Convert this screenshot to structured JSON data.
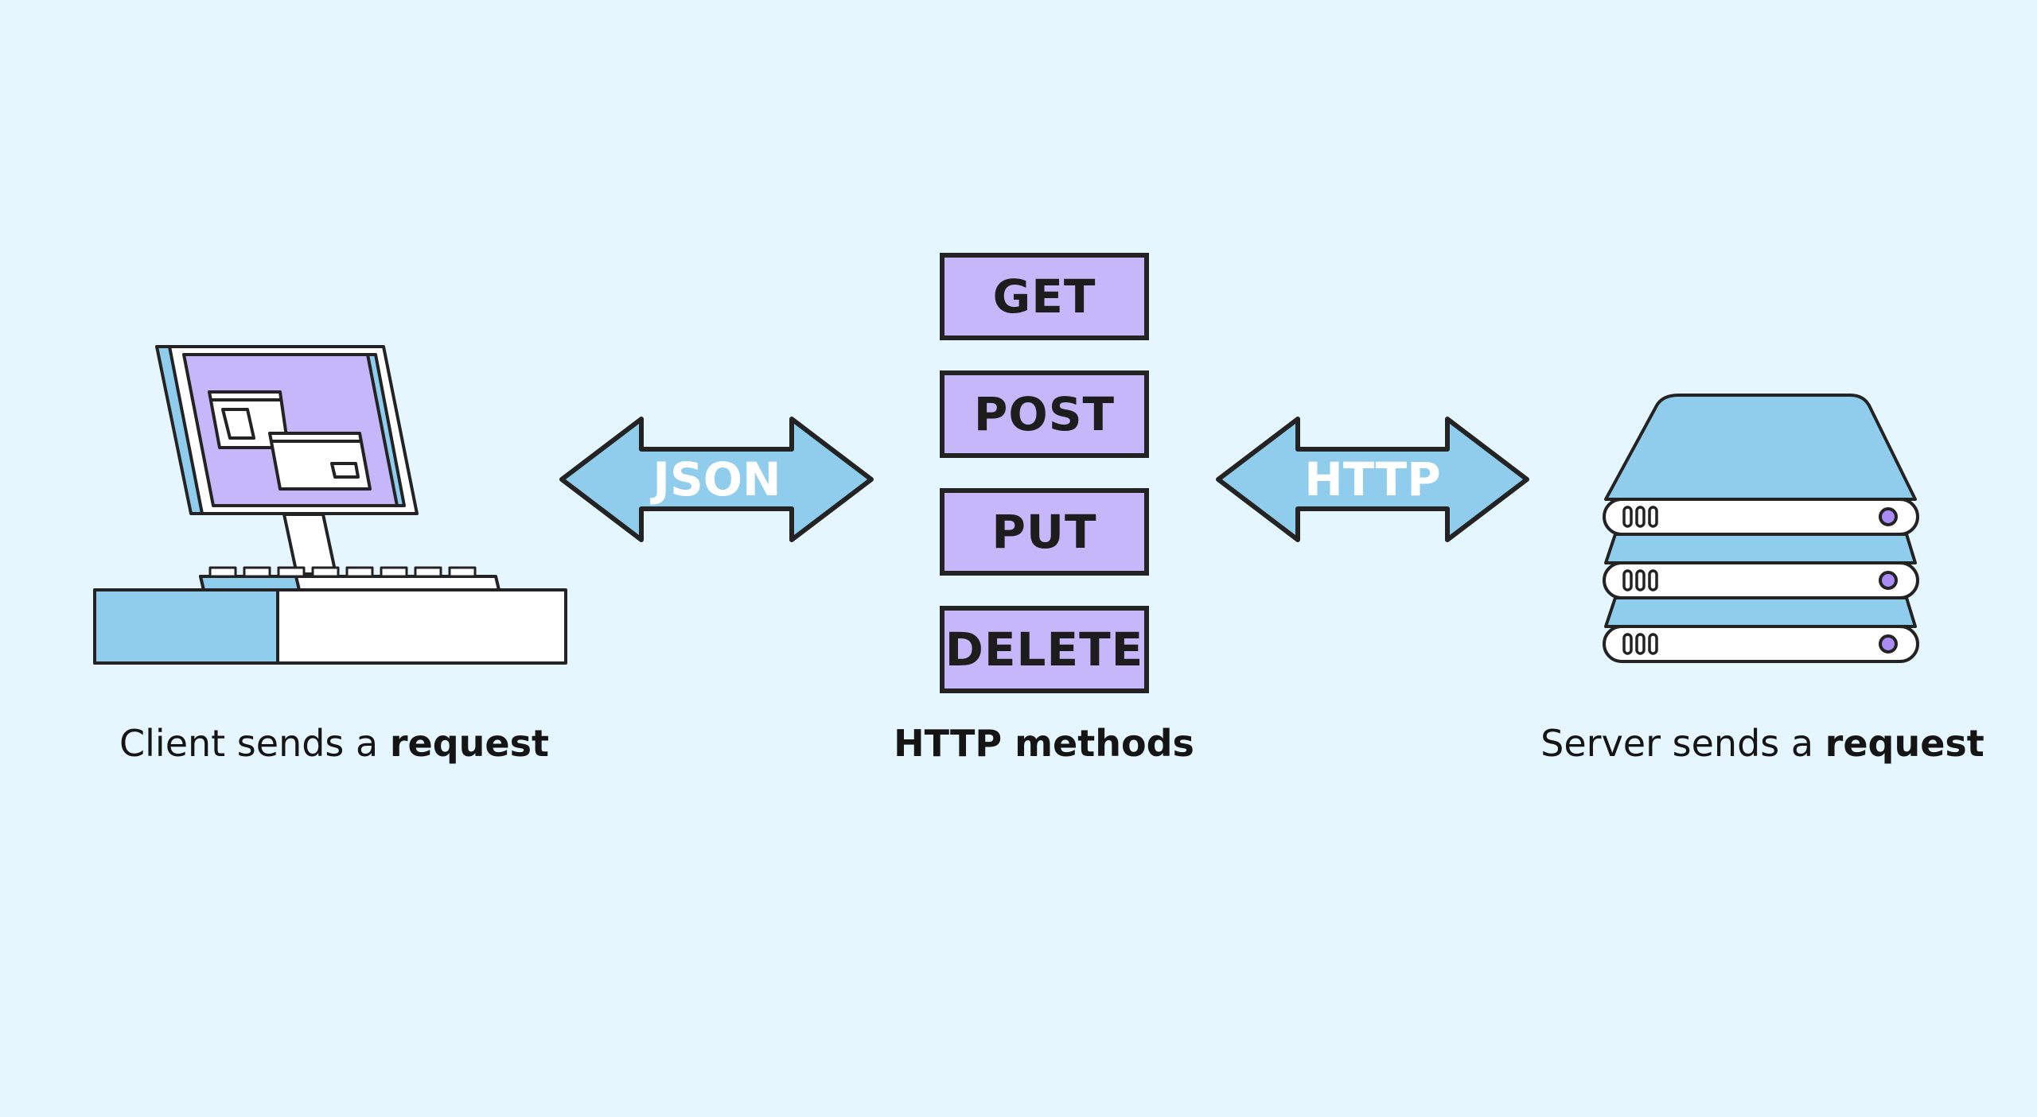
{
  "arrows": {
    "left_label": "JSON",
    "right_label": "HTTP"
  },
  "methods": {
    "items": [
      "GET",
      "POST",
      "PUT",
      "DELETE"
    ],
    "caption": "HTTP methods"
  },
  "client": {
    "caption_prefix": "Client sends a ",
    "caption_bold": "request"
  },
  "server": {
    "caption_prefix": "Server sends a ",
    "caption_bold": "request"
  },
  "colors": {
    "background": "#e6f6fe",
    "arrow_fill": "#90ccec",
    "method_fill": "#c6b7fa",
    "outline": "#232323"
  }
}
